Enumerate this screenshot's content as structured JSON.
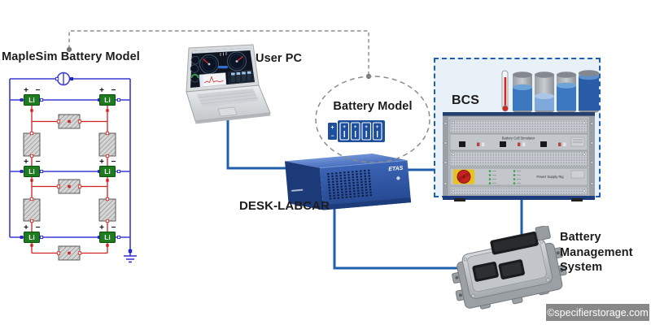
{
  "labels": {
    "maplesim_title": "MapleSim Battery Model",
    "user_pc": "User PC",
    "battery_model": "Battery Model",
    "desk_labcar": "DESK-LABCAR",
    "bcs": "BCS",
    "bms": "Battery Management System",
    "watermark": "©specifierstorage.com"
  },
  "circuit": {
    "cell_label": "Li",
    "plus": "+",
    "minus": "−"
  },
  "devices": {
    "labcar": {
      "brand": "ETAS"
    },
    "bcs_rack": {
      "top_unit_text": "Battery Cell Simulator",
      "bottom_unit_text": "Power Supply Rig"
    },
    "battery_cylinders": {
      "levels_percent": [
        65,
        40,
        70,
        90
      ]
    }
  },
  "colors": {
    "connector_blue": "#1f5fae",
    "dashed_gray": "#8c8c8c",
    "bcs_fill": "#e9f1f8",
    "bcs_border": "#1e5eb4",
    "labcar_front": "#2b52a2",
    "wire_blue": "#3a3ad6",
    "wire_red": "#cf2020",
    "cell_green": "#1d7c1d"
  }
}
